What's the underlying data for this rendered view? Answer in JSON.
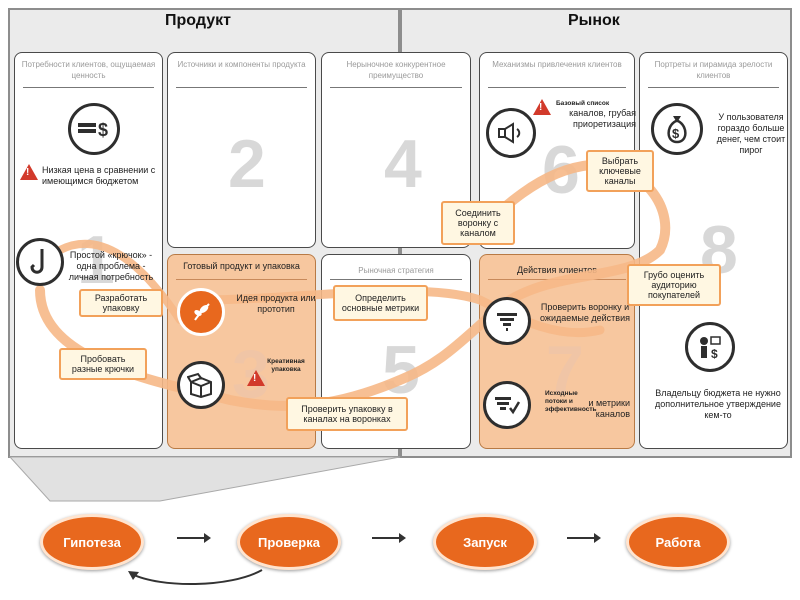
{
  "sections": {
    "product": "Продукт",
    "market": "Рынок"
  },
  "cards": [
    {
      "head": "Потребности клиентов, ощущаемая ценность",
      "num": "1"
    },
    {
      "head": "Источники и компоненты продукта",
      "num": "2"
    },
    {
      "head": "Нерыночное конкурентное преимущество",
      "num": "4"
    },
    {
      "head": "Механизмы привлечения клиентов",
      "num": "6"
    },
    {
      "head": "Портреты и пирамида зрелости клиентов",
      "num": "8"
    },
    {
      "head": "Готовый продукт и упаковка",
      "num": "3"
    },
    {
      "head": "Рыночная стратегия",
      "num": "5"
    },
    {
      "head": "Действия клиентов",
      "num": "7"
    }
  ],
  "texts": {
    "low_price": "Низкая цена в сравнении с имеющимся бюджетом",
    "hook": "Простой «крючок» - одна проблема - личная потребность",
    "idea": "Идея продукта или прототип",
    "creative_pack": "Креативная упаковка",
    "base_channels": "Базовый список",
    "channels_prio": "каналов, грубая приоретизация",
    "check_funnel": "Проверить воронку и ожидаемые действия",
    "funnel_metrics_small": "Исходные потоки и эффективность",
    "funnel_metrics": "и метрики каналов",
    "users_richer": "У пользователя гораздо больше денег, чем стоит пирог",
    "budget_owner": "Владельцу бюджета не нужно дополнительное утверждение кем-то"
  },
  "callouts": {
    "develop_pack": "Разработать упаковку",
    "try_hooks": "Пробовать разные крючки",
    "define_metrics": "Определить основные метрики",
    "check_pack": "Проверить упаковку в каналах на воронках",
    "connect_funnel": "Соединить воронку с каналом",
    "choose_channels": "Выбрать ключевые каналы",
    "estimate_audience": "Грубо оценить аудиторию покупателей"
  },
  "steps": [
    "Гипотеза",
    "Проверка",
    "Запуск",
    "Работа"
  ],
  "colors": {
    "accent": "#e8681e",
    "callout_border": "#f2a15a",
    "loop": "#f6b887",
    "card_orange": "#f7c79f",
    "warning": "#d23a2b"
  }
}
